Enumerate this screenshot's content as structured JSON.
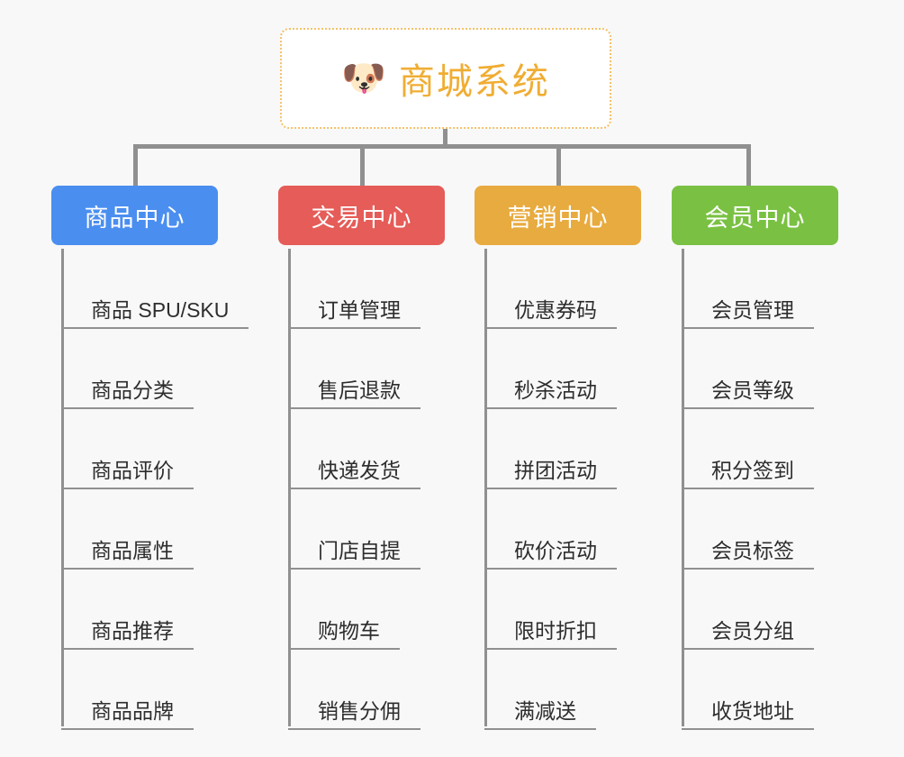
{
  "canvas": {
    "background": "#f8f8f8",
    "connector_color": "#909090"
  },
  "root": {
    "icon": "shiba-dog-face-emoji",
    "emoji": "🐶",
    "title": "商城系统",
    "title_color": "#f0ad33",
    "border_color": "#f3c16a",
    "background": "#ffffff"
  },
  "branches": [
    {
      "label": "商品中心",
      "color": "#4a8ef0",
      "items": [
        "商品 SPU/SKU",
        "商品分类",
        "商品评价",
        "商品属性",
        "商品推荐",
        "商品品牌"
      ]
    },
    {
      "label": "交易中心",
      "color": "#e55c58",
      "items": [
        "订单管理",
        "售后退款",
        "快递发货",
        "门店自提",
        "购物车",
        "销售分佣"
      ]
    },
    {
      "label": "营销中心",
      "color": "#e8ab3f",
      "items": [
        "优惠券码",
        "秒杀活动",
        "拼团活动",
        "砍价活动",
        "限时折扣",
        "满减送"
      ]
    },
    {
      "label": "会员中心",
      "color": "#7ac143",
      "items": [
        "会员管理",
        "会员等级",
        "积分签到",
        "会员标签",
        "会员分组",
        "收货地址"
      ]
    }
  ]
}
